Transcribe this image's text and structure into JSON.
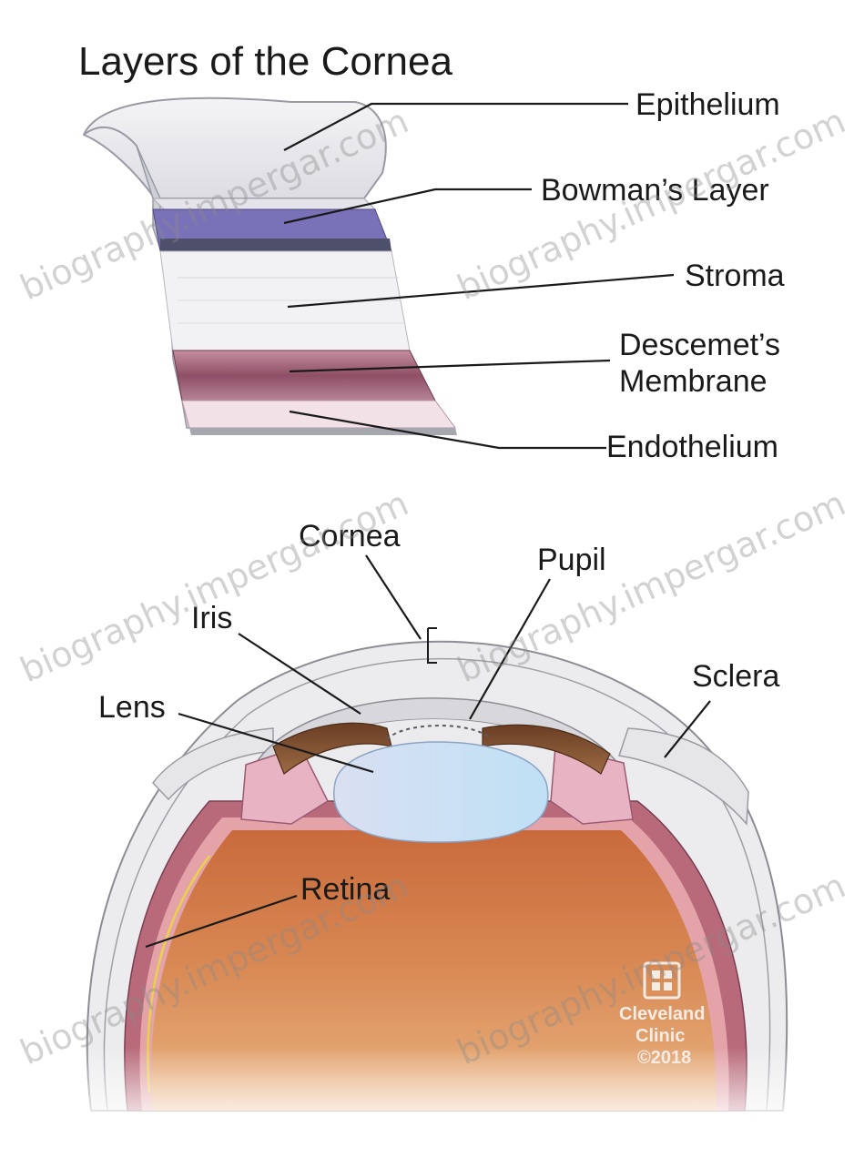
{
  "title": "Layers of the Cornea",
  "cornea_layers": [
    {
      "name": "Epithelium",
      "color": "#e8e8ec"
    },
    {
      "name": "Bowman’s Layer",
      "color": "#7a72b8"
    },
    {
      "name": "Stroma",
      "color": "#efefef"
    },
    {
      "name": "Descemet’s Membrane",
      "line1": "Descemet’s",
      "line2": "Membrane",
      "color": "#9a5a72"
    },
    {
      "name": "Endothelium",
      "color": "#f2dfe6"
    }
  ],
  "eye_labels": {
    "cornea": "Cornea",
    "pupil": "Pupil",
    "iris": "Iris",
    "sclera": "Sclera",
    "lens": "Lens",
    "retina": "Retina"
  },
  "credit": {
    "line1": "Cleveland",
    "line2": "Clinic",
    "line3": "©2018"
  },
  "watermark": "biography.impergar.com",
  "colors": {
    "vitreous": "#d9854f",
    "iris": "#8b5a3c",
    "lens": "#cfe2f5",
    "sclera": "#e9e9ea"
  }
}
